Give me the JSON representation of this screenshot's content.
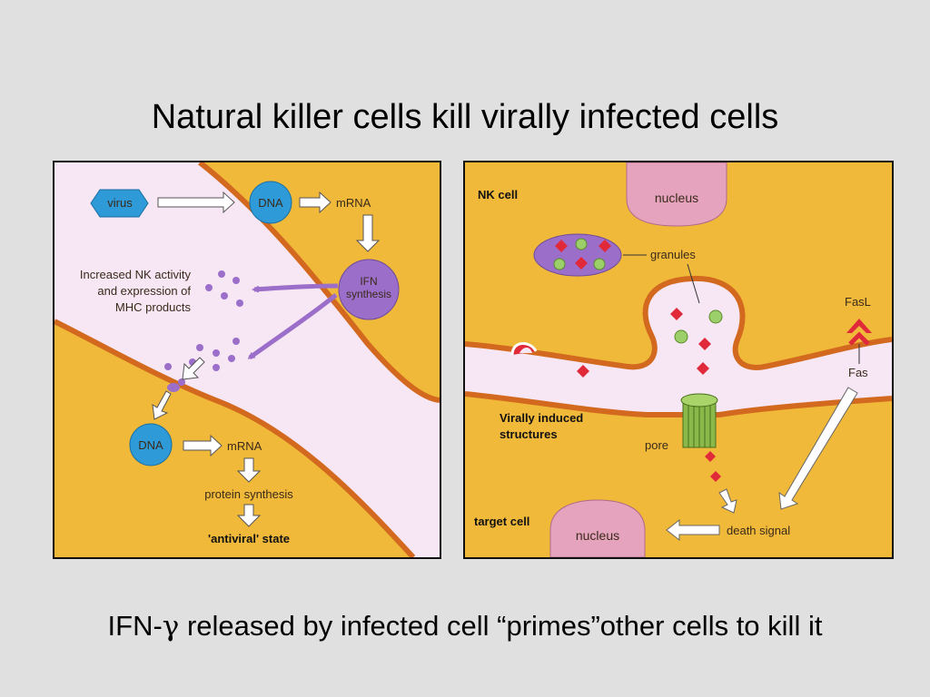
{
  "slide": {
    "title": "Natural killer cells kill virally infected cells",
    "caption_prefix": "IFN-",
    "caption_gamma": "γ",
    "caption_suffix": " released by infected cell “primes”other cells to kill it"
  },
  "left_panel": {
    "virus": "virus",
    "dna_top": "DNA",
    "mrna_top": "mRNA",
    "ifn_line1": "IFN",
    "ifn_line2": "synthesis",
    "nk_line1": "Increased NK activity",
    "nk_line2": "and expression of",
    "nk_line3": "MHC products",
    "dna_bottom": "DNA",
    "mrna_bottom": "mRNA",
    "protein_synthesis": "protein synthesis",
    "antiviral_state": "'antiviral' state"
  },
  "right_panel": {
    "nk_cell": "NK cell",
    "nucleus_top": "nucleus",
    "granules": "granules",
    "fasl": "FasL",
    "fas": "Fas",
    "virally_induced_line1": "Virally induced",
    "virally_induced_line2": "structures",
    "pore": "pore",
    "target_cell": "target cell",
    "nucleus_bottom": "nucleus",
    "death_signal": "death signal"
  },
  "colors": {
    "background": "#e0e0e0",
    "cell_yellow": "#f0b93a",
    "cytoplasm_pink": "#f7e6f4",
    "membrane_orange": "#d2691e",
    "dna_blue": "#2e9ad8",
    "ifn_purple": "#9b6fc9",
    "nucleus_pink": "#e6a3be",
    "granule_red": "#e02a3a",
    "granule_green": "#9ccf6a",
    "pore_green": "#8ab84a"
  }
}
